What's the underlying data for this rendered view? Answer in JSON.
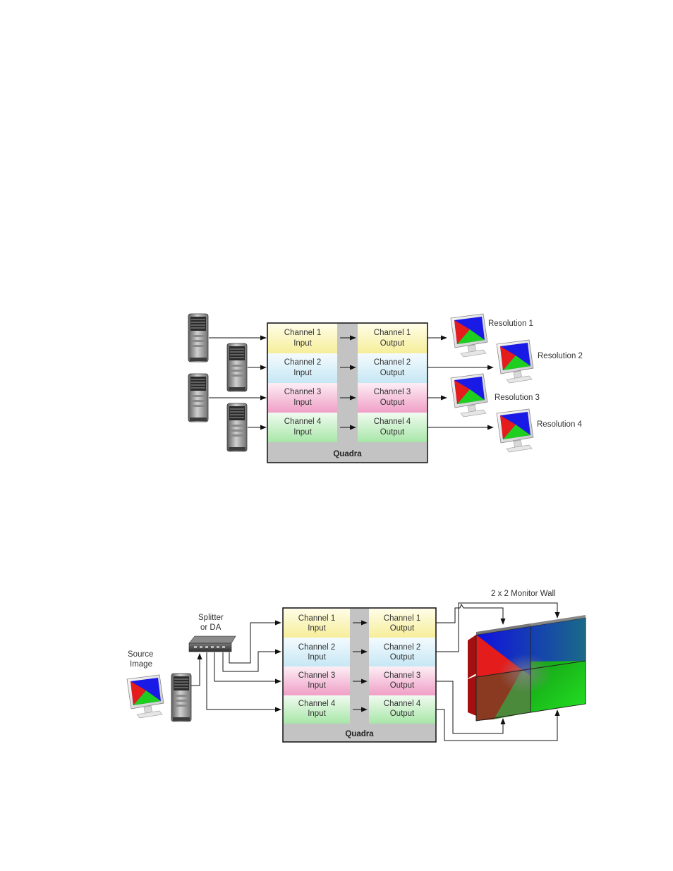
{
  "diagram_top": {
    "quadra_label": "Quadra",
    "channels": [
      {
        "input": [
          "Channel 1",
          "Input"
        ],
        "output": [
          "Channel 1",
          "Output"
        ],
        "color": "#fbf6bd"
      },
      {
        "input": [
          "Channel 2",
          "Input"
        ],
        "output": [
          "Channel 2",
          "Output"
        ],
        "color": "#dcf1f8"
      },
      {
        "input": [
          "Channel 3",
          "Input"
        ],
        "output": [
          "Channel 3",
          "Output"
        ],
        "color": "#f7cde3"
      },
      {
        "input": [
          "Channel 4",
          "Input"
        ],
        "output": [
          "Channel 4",
          "Output"
        ],
        "color": "#d3f1d3"
      }
    ],
    "resolutions": [
      "Resolution 1",
      "Resolution 2",
      "Resolution 3",
      "Resolution 4"
    ]
  },
  "diagram_bottom": {
    "quadra_label": "Quadra",
    "channels": [
      {
        "input": [
          "Channel 1",
          "Input"
        ],
        "output": [
          "Channel 1",
          "Output"
        ],
        "color": "#fbf6bd"
      },
      {
        "input": [
          "Channel 2",
          "Input"
        ],
        "output": [
          "Channel 2",
          "Output"
        ],
        "color": "#dcf1f8"
      },
      {
        "input": [
          "Channel 3",
          "Input"
        ],
        "output": [
          "Channel 3",
          "Output"
        ],
        "color": "#f7cde3"
      },
      {
        "input": [
          "Channel 4",
          "Input"
        ],
        "output": [
          "Channel 4",
          "Output"
        ],
        "color": "#d3f1d3"
      }
    ],
    "splitter_label": [
      "Splitter",
      "or DA"
    ],
    "source_label": [
      "Source",
      "Image"
    ],
    "wall_label": "2 x 2 Monitor Wall"
  },
  "colors": {
    "box_gray": "#c3c3c3",
    "wire": "#111111",
    "screen_red": "#e51c1c",
    "screen_green": "#1fcf1f",
    "screen_blue": "#1a1ae6"
  }
}
